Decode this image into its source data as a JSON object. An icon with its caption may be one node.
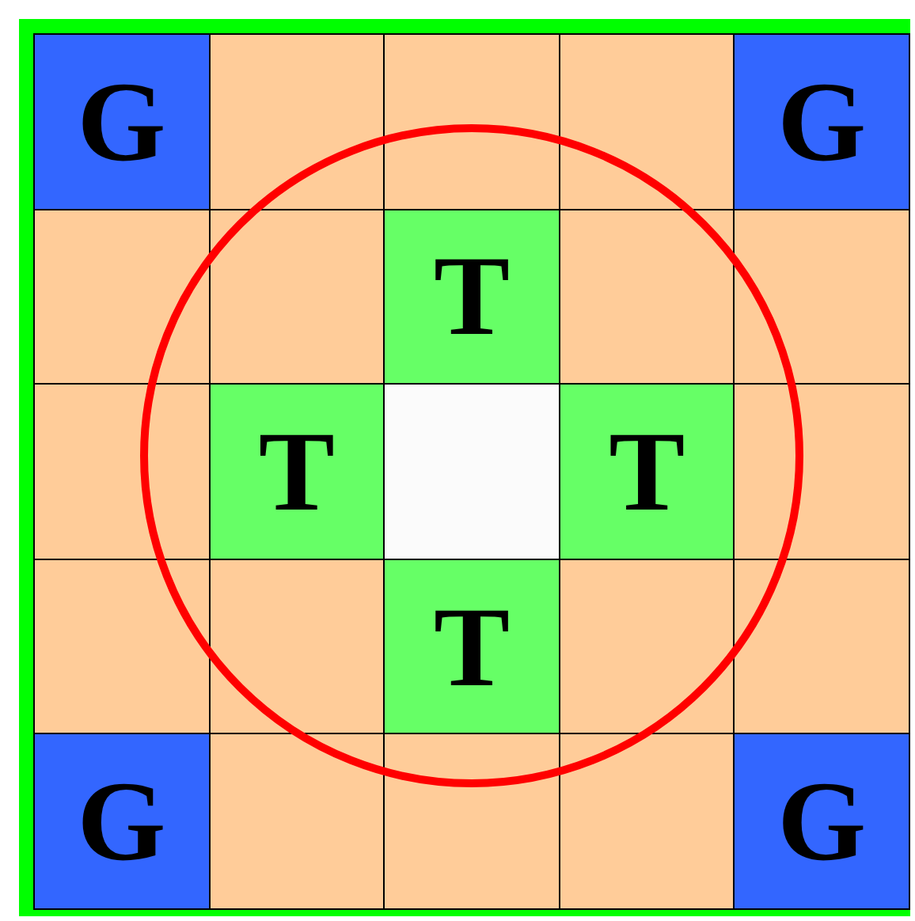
{
  "diagram": {
    "nodes": [
      {
        "text": [
          "G"
        ]
      },
      {
        "text": [],
        "shape": "box"
      },
      {
        "text": [],
        "shape": "box"
      },
      {
        "text": [],
        "shape": "box"
      },
      {
        "text": [
          "G"
        ]
      },
      {
        "text": [],
        "shape": "box"
      },
      {
        "text": [],
        "shape": "box"
      },
      {
        "text": [
          "T"
        ]
      },
      {
        "text": [],
        "shape": "box"
      },
      {
        "text": [],
        "shape": "box"
      },
      {
        "text": [],
        "shape": "box"
      },
      {
        "text": [
          "T"
        ]
      },
      {
        "text": [],
        "shape": "box"
      },
      {
        "text": [
          "T"
        ]
      },
      {
        "text": [],
        "shape": "box"
      },
      {
        "text": [],
        "shape": "box"
      },
      {
        "text": [],
        "shape": "box"
      },
      {
        "text": [
          "T"
        ]
      },
      {
        "text": [],
        "shape": "box"
      },
      {
        "text": [],
        "shape": "box"
      },
      {
        "text": [
          "G"
        ]
      },
      {
        "text": [],
        "shape": "box"
      },
      {
        "text": [],
        "shape": "box"
      },
      {
        "text": [],
        "shape": "box"
      },
      {
        "text": [
          "G"
        ]
      }
    ]
  }
}
